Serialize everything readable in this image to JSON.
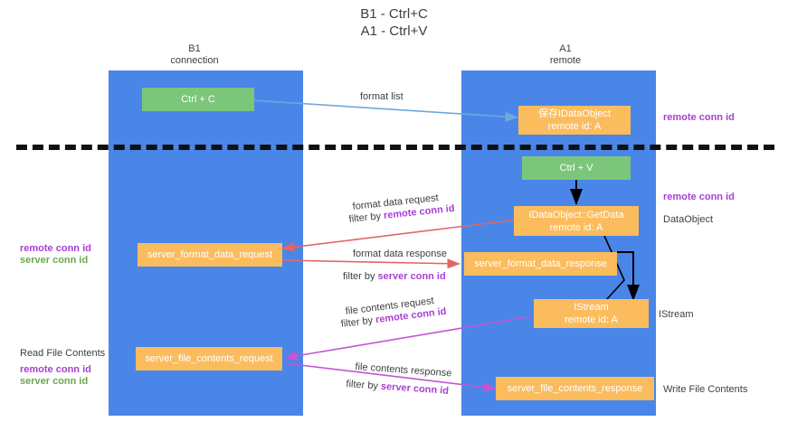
{
  "title": "B1 - Ctrl+C\nA1 - Ctrl+V",
  "columns": {
    "left": "B1\nconnection",
    "right": "A1\nremote"
  },
  "boxes": {
    "ctrl_c": "Ctrl + C",
    "ctrl_v": "Ctrl + V",
    "idataobject_saved": "保存IDataObject\nremote id: A",
    "idataobject_getdata": "IDataObject::GetData\nremote id: A",
    "istream": "IStream\nremote id: A",
    "server_format_data_request": "server_format_data_request",
    "server_format_data_response": "server_format_data_response",
    "server_file_contents_request": "server_file_contents_request",
    "server_file_contents_response": "server_file_contents_response"
  },
  "edge_labels": {
    "format_list": "format list",
    "format_data_request": "format data request",
    "format_data_request_filter_prefix": "filter by ",
    "format_data_request_filter_key": "remote conn id",
    "format_data_response": "format data response",
    "format_data_response_filter_prefix": "filter by ",
    "format_data_response_filter_key": "server conn id",
    "file_contents_request": "file contents request",
    "file_contents_request_filter_prefix": "filter by ",
    "file_contents_request_filter_key": "remote conn id",
    "file_contents_response": "file contents response",
    "file_contents_response_filter_prefix": "filter by ",
    "file_contents_response_filter_key": "server conn id"
  },
  "side_labels": {
    "right_remote_conn_id_top": "remote conn id",
    "right_remote_conn_id_mid": "remote conn id",
    "right_dataobject": "DataObject",
    "right_istream": "IStream",
    "right_write_file_contents": "Write File Contents",
    "left_remote_conn_id": "remote conn id",
    "left_server_conn_id": "server conn id",
    "left_read_file_contents": "Read File Contents",
    "left_remote_conn_id_2": "remote conn id",
    "left_server_conn_id_2": "server conn id"
  },
  "colors": {
    "lane": "#4a86e8",
    "orange": "#fbbc5e",
    "green": "#7bc67b",
    "purple": "#a83fd4",
    "green_text": "#6aa84f",
    "arrow_blue": "#6fa8dc",
    "arrow_red": "#e06666",
    "arrow_magenta": "#c355d6",
    "arrow_black": "#000000",
    "divider": "#000000"
  }
}
